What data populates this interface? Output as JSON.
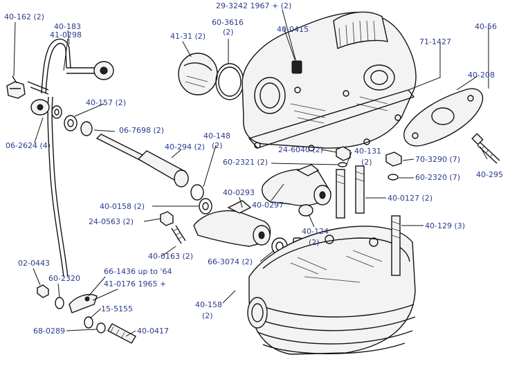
{
  "labels": {
    "l_29_3242": "29-3242  1967 + (2)",
    "l_40_0415": "40-0415",
    "l_40_56": "40-56",
    "l_40_162": "40-162 (2)",
    "l_40_183": "40-183",
    "l_41_0298": "41-0298",
    "l_41_31": "41-31 (2)",
    "l_60_3616": "60-3616",
    "l_60_3616_q": "(2)",
    "l_71_1427": "71-1427",
    "l_40_208": "40-208",
    "l_40_157": "40-157 (2)",
    "l_06_7698": "06-7698 (2)",
    "l_06_2624": "06-2624 (4)",
    "l_40_148": "40-148",
    "l_40_148_q": "(2)",
    "l_40_294": "40-294 (2)",
    "l_24_6040": "24-6040 (2)",
    "l_60_2321": "60-2321 (2)",
    "l_40_131": "40-131",
    "l_40_131_q": "(2)",
    "l_70_3290": "70-3290 (7)",
    "l_40_295": "40-295",
    "l_60_2320_7": "60-2320 (7)",
    "l_40_0293": "40-0293",
    "l_40_0297": "40-0297",
    "l_40_0127": "40-0127 (2)",
    "l_40_0158": "40-0158 (2)",
    "l_24_0563": "24-0563 (2)",
    "l_40_124": "40-124",
    "l_40_124_q": "(2)",
    "l_40_129": "40-129 (3)",
    "l_40_0163": "40-0163 (2)",
    "l_66_3074": "66-3074 (2)",
    "l_02_0443": "02-0443",
    "l_66_1436": "66-1436 up to '64",
    "l_60_2320": "60-2320",
    "l_41_0176": "41-0176 1965 +",
    "l_15_5155": "15-5155",
    "l_68_0289": "68-0289",
    "l_40_0417": "40-0417",
    "l_40_158": "40-158",
    "l_40_158_q": "(2)"
  }
}
